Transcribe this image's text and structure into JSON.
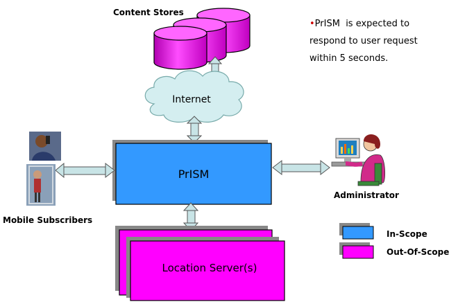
{
  "content_stores": {
    "label": "Content Stores"
  },
  "internet": {
    "label": "Internet"
  },
  "prism": {
    "label": "PrISM"
  },
  "location_server": {
    "label": "Location Server(s)"
  },
  "mobile_subscribers": {
    "label": "Mobile Subscribers"
  },
  "administrator": {
    "label": "Administrator"
  },
  "note": {
    "bullet": "•",
    "lines": [
      "PrISM  is expected to",
      "respond to user request",
      "within 5 seconds."
    ]
  },
  "legend": [
    {
      "label": "In-Scope",
      "color": "#3399ff"
    },
    {
      "label": "Out-Of-Scope",
      "color": "#ff00ff"
    }
  ],
  "colors": {
    "in_scope": "#3399ff",
    "out_of_scope": "#ff00ff",
    "cloud": "#d4eef0",
    "arrow": "#c8e4e6"
  }
}
